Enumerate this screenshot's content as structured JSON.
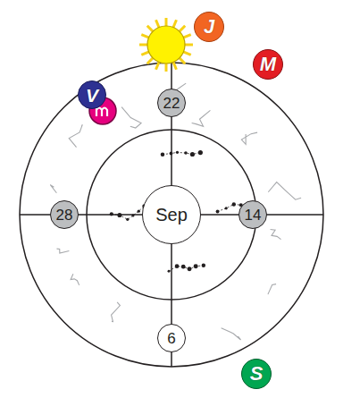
{
  "diagram": {
    "nodes": [
      {
        "text": [
          "J"
        ]
      },
      {
        "text": [
          "M"
        ]
      },
      {
        "text": [
          "V"
        ]
      },
      {
        "text": [
          "22"
        ]
      },
      {
        "text": [
          "28"
        ]
      },
      {
        "text": [
          "Sep"
        ]
      },
      {
        "text": [
          "14"
        ]
      },
      {
        "text": [
          "6"
        ]
      },
      {
        "text": [
          "S"
        ]
      }
    ]
  }
}
